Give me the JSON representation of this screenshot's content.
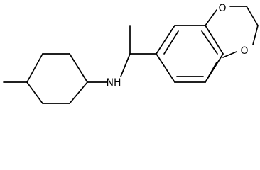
{
  "molecule": {
    "bond_color": "#000000",
    "label_color": "#000000",
    "atoms": {
      "nitrogen": "NH",
      "oxygen_top": "O",
      "oxygen_bottom": "O"
    }
  }
}
